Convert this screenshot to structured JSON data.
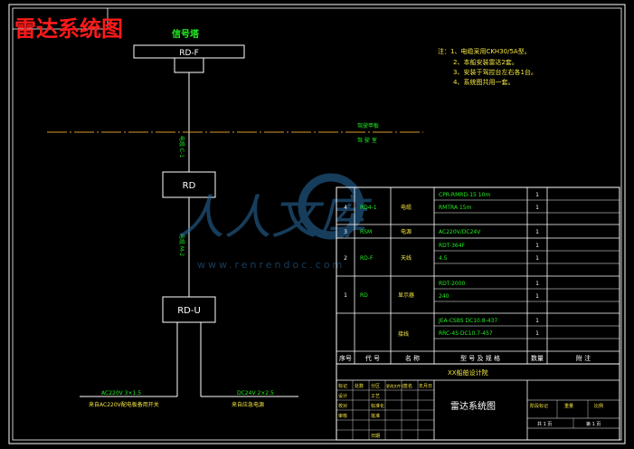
{
  "title_red": "雷达系统图",
  "signal_tower": "信号塔",
  "boxes": {
    "top": "RD-F",
    "mid": "RD",
    "bottom": "RD-U"
  },
  "notes": [
    "注：1、电缆采用CKH30/5A型。",
    "2、本船安装雷达2套。",
    "3、安装于驾控台左右各1台。",
    "4、系统图共用一套。"
  ],
  "deck_label_1": "驾驶甲板",
  "deck_label_2": "驾 驶 室",
  "cable_label_1": "电缆 C-1",
  "cable_label_2": "电缆 M-2",
  "bottom_left": {
    "spec": "AC220V 3×1.5",
    "desc": "来自AC220V配电板备用开关"
  },
  "bottom_right": {
    "spec": "DC24V 2×2.5",
    "desc": "来自应急电源"
  },
  "bom_rows": [
    {
      "no": "4",
      "code": "RD4-1",
      "name": "电缆",
      "specs": [
        "CPR-RMRD-15 10m",
        "RMTRA 15m"
      ],
      "qtys": [
        "1",
        "1"
      ]
    },
    {
      "no": "3",
      "code": "RSM",
      "name": "电源",
      "specs": [
        "AC220V/DC24V"
      ],
      "qtys": [
        "1"
      ]
    },
    {
      "no": "2",
      "code": "RD-F",
      "name": "天线",
      "specs": [
        "RDT-364F",
        "4.5"
      ],
      "qtys": [
        "1",
        "1"
      ]
    },
    {
      "no": "1",
      "code": "RD",
      "name": "显示器",
      "specs": [
        "RDT-2000",
        "240"
      ],
      "qtys": [
        "1",
        "1"
      ]
    },
    {
      "no": "",
      "code": "",
      "name": "接线",
      "specs": [
        "JEA-CSBS DC10.8-437",
        "RRC-4S DC10.7-457"
      ],
      "qtys": [
        "1",
        "1"
      ]
    }
  ],
  "bom_header": {
    "no": "序号",
    "code": "代 号",
    "name": "名 称",
    "spec": "型 号 及 规 格",
    "qty": "数量",
    "remark": "附 注"
  },
  "title_block": {
    "subtitle": "XX船舶设计院",
    "drawing_title": "雷达系统图",
    "roles": [
      "标记",
      "处数",
      "分区",
      "更改文件号",
      "签名",
      "年月日",
      "设计",
      "校对",
      "审核",
      "工艺",
      "标准化",
      "批准",
      "日期"
    ],
    "stage_label": "阶段标记",
    "weight": "重量",
    "scale": "比例",
    "sheets": "共 1 页",
    "sheet_no": "第 1 页"
  },
  "watermark": {
    "cn": "人人文库",
    "url": "www.renrendoc.com"
  },
  "colors": {
    "line": "#ffffff",
    "green": "#22ee22",
    "yellow": "#f5e642",
    "red": "#ff1a1a",
    "orange": "#d99a2b",
    "bg": "#000000"
  }
}
